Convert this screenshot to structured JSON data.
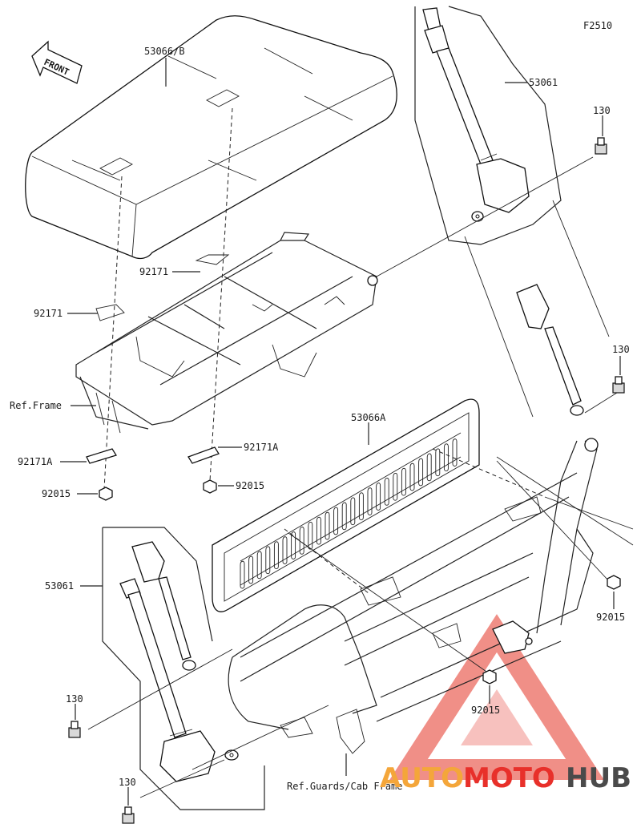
{
  "figure_code": "F2510",
  "front_label": "FRONT",
  "callouts": {
    "seat_b": "53066/B",
    "seat_a": "53066A",
    "belt_right": "53061",
    "belt_left": "53061",
    "bolt_top": "130",
    "bolt_mid": "130",
    "bolt_low1": "130",
    "bolt_low2": "130",
    "clip_top": "92171",
    "clip_left": "92171",
    "clip_a_left": "92171A",
    "clip_a_right": "92171A",
    "nut_left": "92015",
    "nut_mid": "92015",
    "nut_right": "92015",
    "nut_bottom": "92015",
    "ref_frame": "Ref.Frame",
    "ref_guards": "Ref.Guards/Cab Frame"
  },
  "watermark": {
    "auto": "AUTO",
    "moto": "MOTO",
    "hub": "HUB",
    "color_red": "#e8302a",
    "color_orange": "#f4a63a",
    "color_grey": "#4a4a4a"
  }
}
